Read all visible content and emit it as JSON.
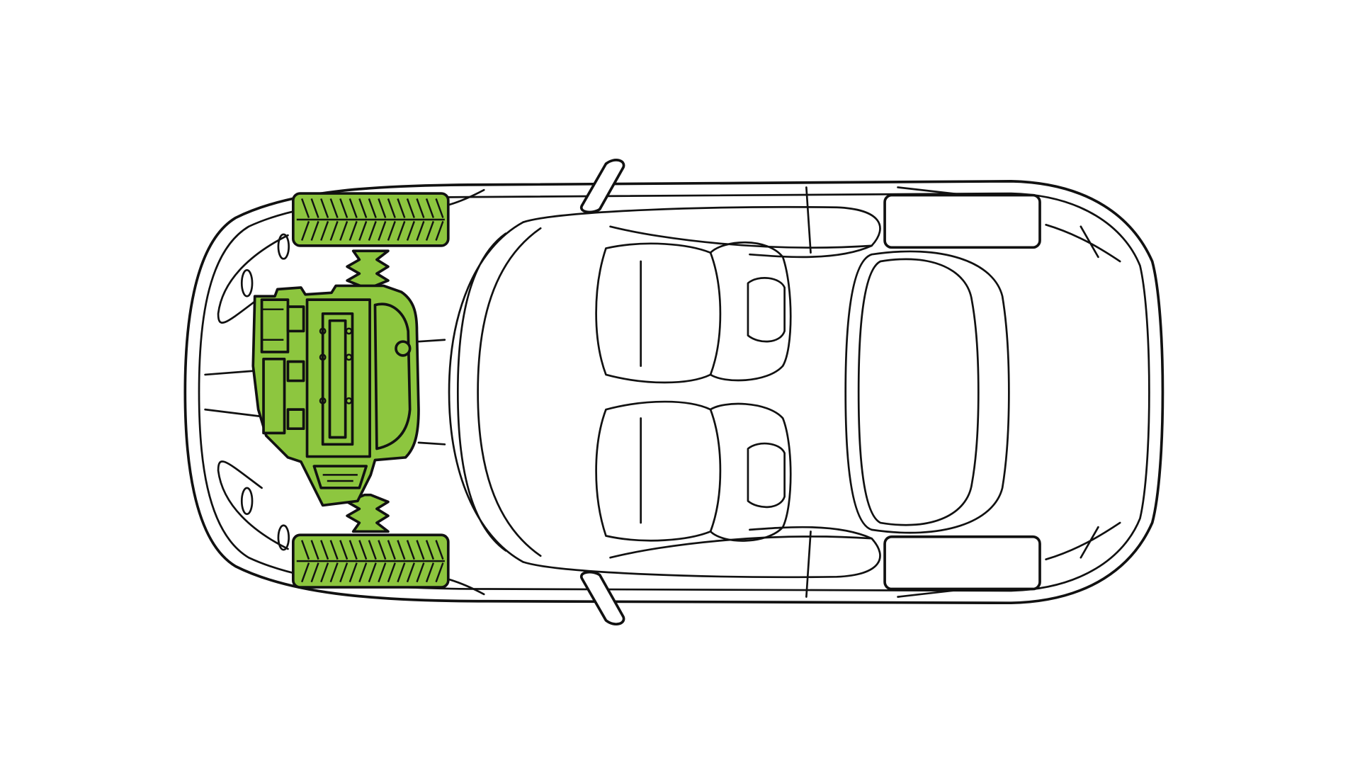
{
  "diagram": {
    "subject": "car-top-view",
    "highlighted_parts": [
      "front-tires",
      "engine",
      "drive-shafts"
    ],
    "colors": {
      "highlight": "#8dc63f",
      "outline": "#111111",
      "background": "#ffffff"
    }
  }
}
